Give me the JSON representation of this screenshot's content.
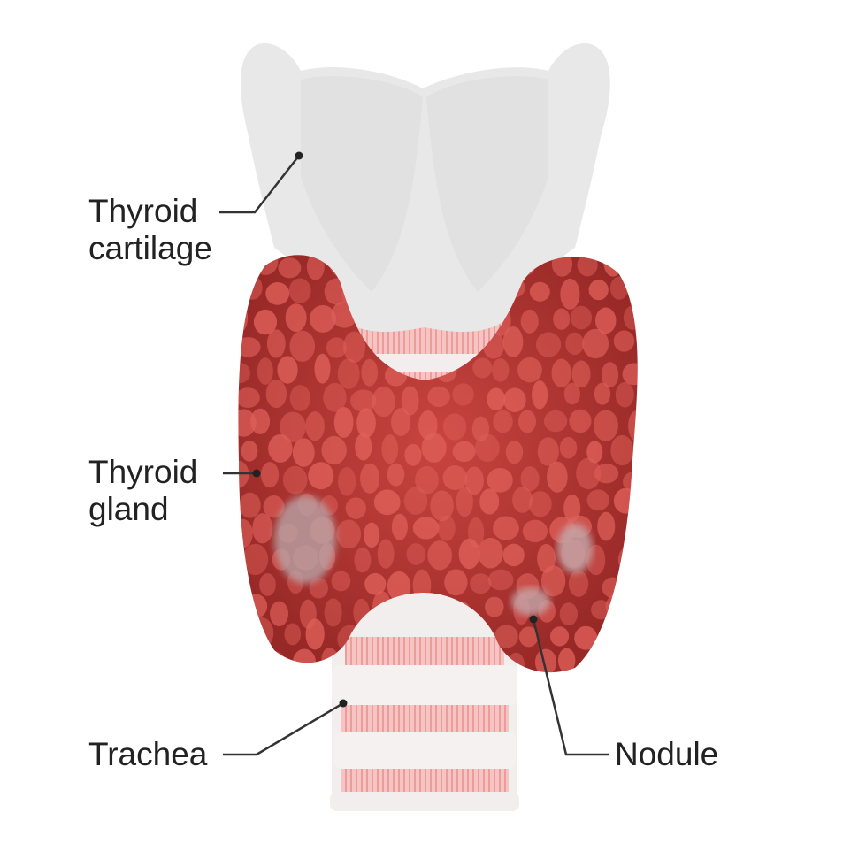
{
  "labels": {
    "thyroid_cartilage": [
      "Thyroid",
      "cartilage"
    ],
    "thyroid_gland": [
      "Thyroid",
      "gland"
    ],
    "trachea": "Trachea",
    "nodule": "Nodule"
  },
  "colors": {
    "cartilage": "#e6e6e6",
    "gland": "#a8312f",
    "gland_lobule": "#e0605a",
    "trachea_ring": "#f4f0f0",
    "trachea_band": "#f3b2b0",
    "leader_line": "#333333"
  }
}
